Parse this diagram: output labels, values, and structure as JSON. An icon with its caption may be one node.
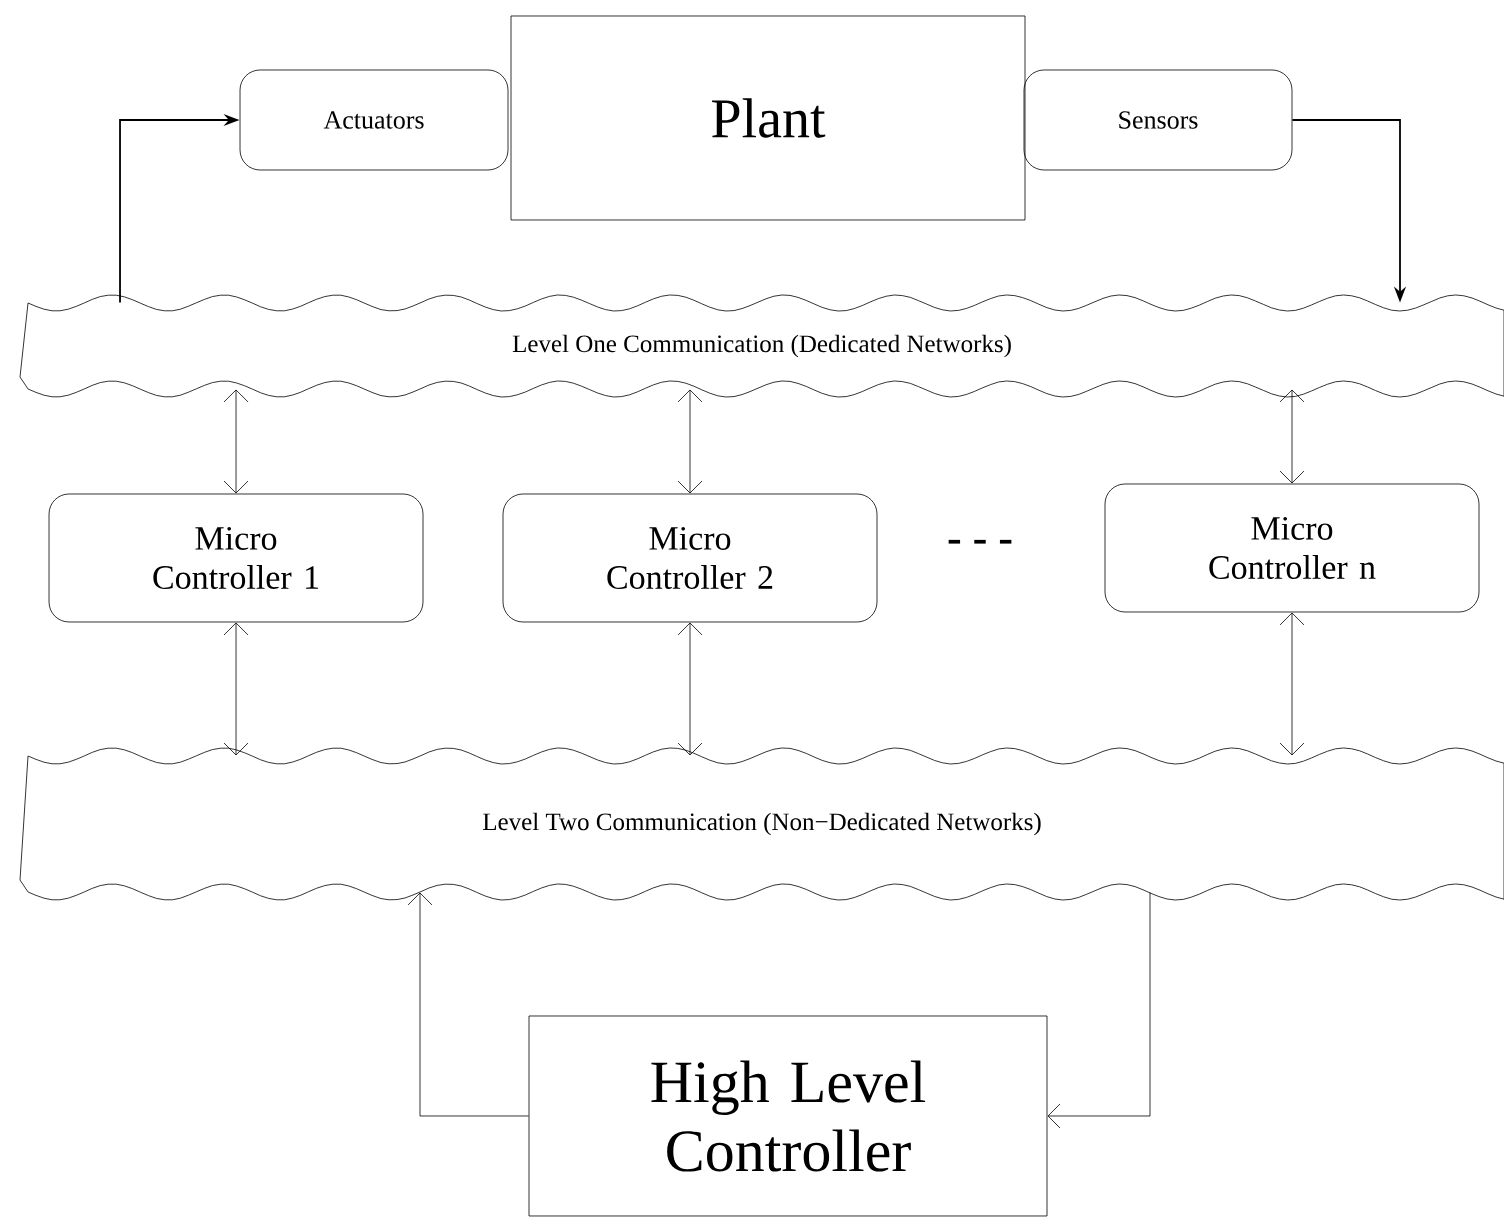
{
  "diagram": {
    "nodes": [
      {
        "text": [
          "Actuators"
        ]
      },
      {
        "text": [
          "Plant"
        ]
      },
      {
        "text": [
          "Sensors"
        ]
      },
      {
        "text": [
          "Level One Communication (Dedicated Networks)"
        ]
      },
      {
        "text": [
          "Micro Controller 1"
        ]
      },
      {
        "text": [
          "Micro Controller 2"
        ]
      },
      {
        "text": [
          "Micro Controller n"
        ]
      },
      {
        "text": [
          "Level Two Communication (Non−Dedicated Networks)"
        ]
      },
      {
        "text": [
          "High Level Controller"
        ]
      }
    ],
    "edges": [
      {
        "from": 3,
        "to": 0,
        "arrow": "to"
      },
      {
        "from": 2,
        "to": 3,
        "arrow": "to"
      },
      {
        "from": 3,
        "to": 4,
        "arrow": "both"
      },
      {
        "from": 3,
        "to": 5,
        "arrow": "both"
      },
      {
        "from": 3,
        "to": 6,
        "arrow": "both"
      },
      {
        "from": 4,
        "to": 7,
        "arrow": "both"
      },
      {
        "from": 5,
        "to": 7,
        "arrow": "both"
      },
      {
        "from": 6,
        "to": 7,
        "arrow": "both"
      },
      {
        "from": 8,
        "to": 7,
        "arrow": "to"
      },
      {
        "from": 7,
        "to": 8,
        "arrow": "to"
      }
    ],
    "labels": [
      "- - -"
    ]
  }
}
